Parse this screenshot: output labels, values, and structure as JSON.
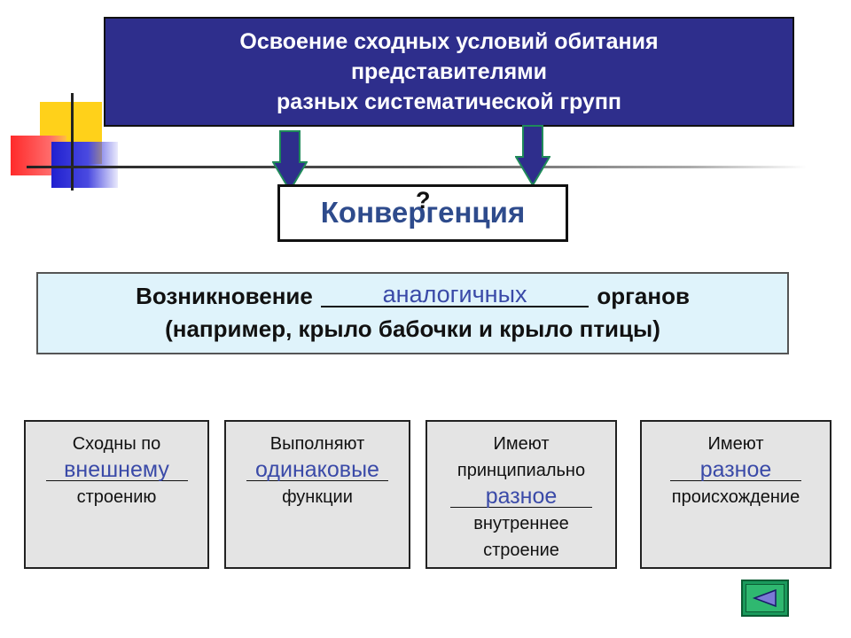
{
  "title": {
    "line1": "Освоение сходных условий обитания",
    "line2": "представителями",
    "line3": "разных систематической групп"
  },
  "convergence": {
    "label": "Конвергенция",
    "question_mark": "?"
  },
  "statement": {
    "prefix": "Возникновение",
    "blank_answer": "аналогичных",
    "suffix": "органов",
    "line2": "(например, крыло бабочки и крыло птицы)"
  },
  "cards": [
    {
      "before": "Сходны по",
      "answer": "внешнему",
      "after": "строению"
    },
    {
      "before": "Выполняют",
      "answer": "одинаковые",
      "after": "функции"
    },
    {
      "before1": "Имеют",
      "before2": "принципиально",
      "answer": "разное",
      "after1": "внутреннее",
      "after2": "строение"
    },
    {
      "before": "Имеют",
      "answer": "разное",
      "after": "происхождение"
    }
  ],
  "colors": {
    "title_bg": "#2e2e8c",
    "answer_text": "#3a4aa8",
    "arrow_fill": "#2e2e8c",
    "arrow_stroke": "#1f8a5a",
    "statement_bg": "#dff3fb",
    "card_bg": "#e4e4e4",
    "nav_button": "#1a9a5c"
  },
  "nav": {
    "icon": "back-triangle-icon"
  }
}
